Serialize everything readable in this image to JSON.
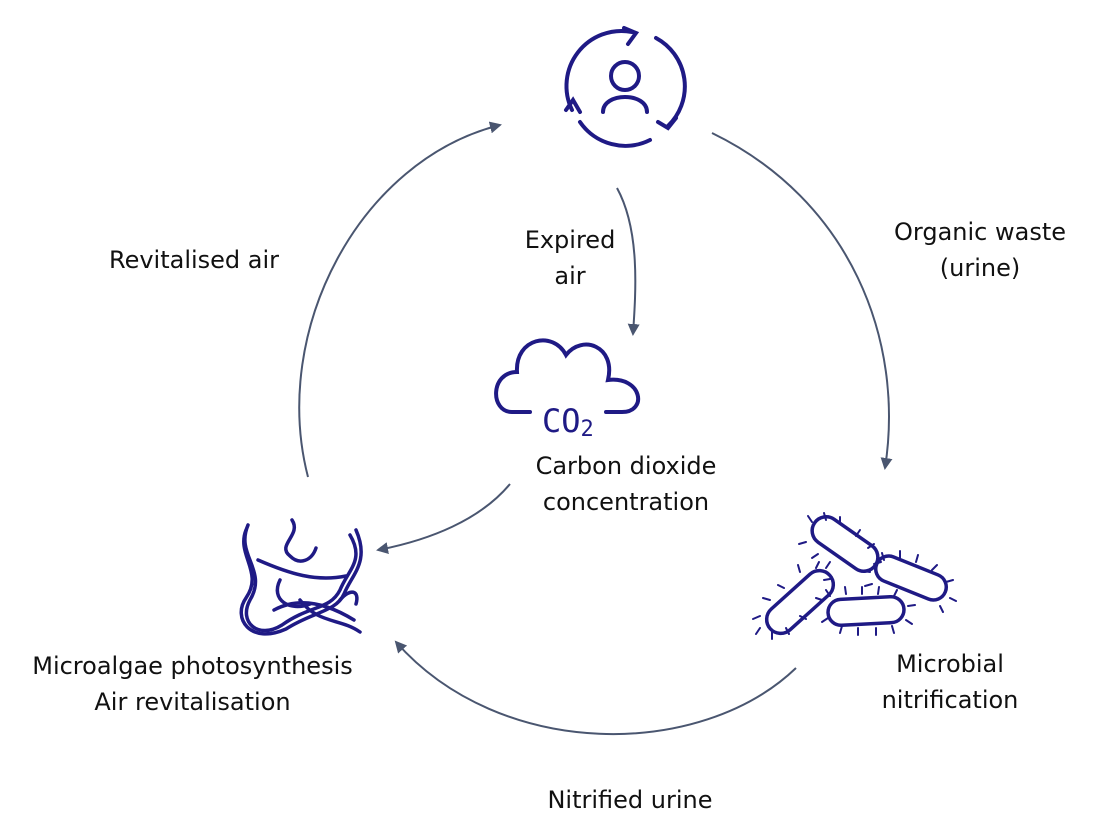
{
  "colors": {
    "arrow": "#4a5670",
    "icon": "#1f1a85",
    "text": "#111111"
  },
  "nodes": {
    "human": {
      "icon": "person-cycle-icon"
    },
    "co2": {
      "icon": "co2-cloud-icon",
      "icon_text": "CO2",
      "line1": "Carbon dioxide",
      "line2": "concentration"
    },
    "algae": {
      "icon": "microalgae-icon",
      "line1": "Microalgae photosynthesis",
      "line2": "Air revitalisation"
    },
    "bacteria": {
      "icon": "bacteria-icon",
      "line1": "Microbial",
      "line2": "nitrification"
    }
  },
  "edges": {
    "expired_air": {
      "line1": "Expired",
      "line2": "air"
    },
    "organic_waste": {
      "line1": "Organic waste",
      "line2": "(urine)"
    },
    "revitalised_air": {
      "line1": "Revitalised air"
    },
    "nitrified_urine": {
      "line1": "Nitrified urine"
    }
  }
}
